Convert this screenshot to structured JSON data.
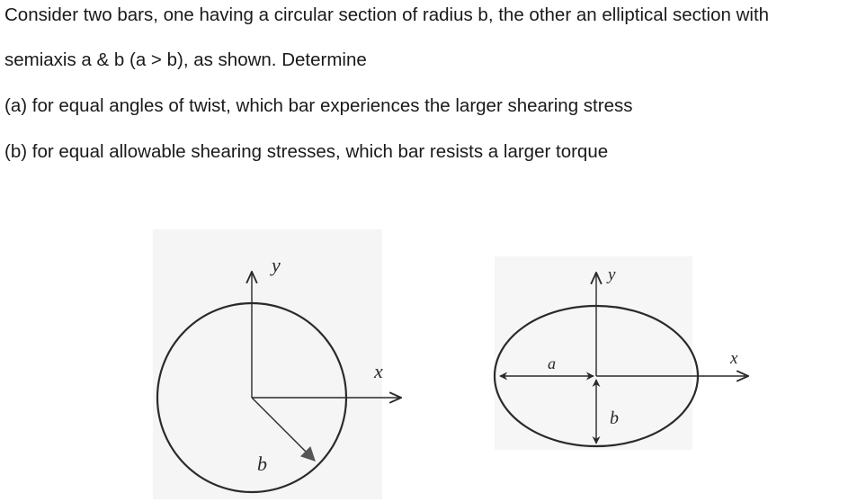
{
  "problem": {
    "line1": "Consider two bars, one having a circular section of radius b, the other an elliptical section with",
    "line2": "semiaxis a & b (a > b), as shown. Determine",
    "line3": "(a) for equal angles of twist, which bar experiences the larger shearing stress",
    "line4": "(b) for equal allowable shearing stresses, which bar resists a larger torque"
  },
  "figure": {
    "circle": {
      "y_label": "y",
      "x_label": "x",
      "radius_label": "b"
    },
    "ellipse": {
      "y_label": "y",
      "x_label": "x",
      "a_label": "a",
      "b_label": "b"
    }
  },
  "colors": {
    "text": "#1a1a1a",
    "line": "#2a2a2a",
    "figure_background": "#f3f3f3"
  }
}
